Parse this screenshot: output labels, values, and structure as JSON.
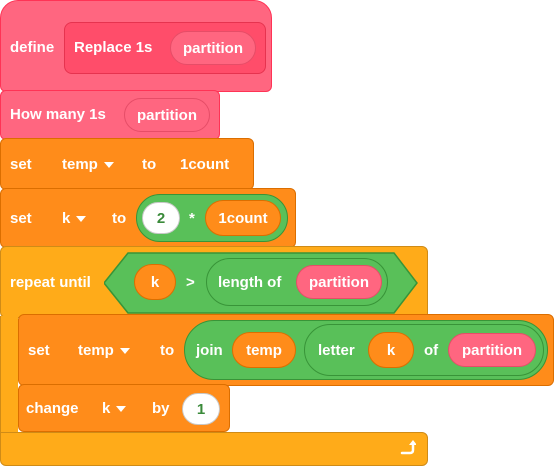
{
  "define_block": {
    "define_label": "define",
    "name": "Replace 1s",
    "param": "partition"
  },
  "how_many_block": {
    "label": "How many 1s",
    "param": "partition"
  },
  "set_temp_block": {
    "set_label": "set",
    "variable": "temp",
    "to_label": "to",
    "value": "1count"
  },
  "set_k_block": {
    "set_label": "set",
    "variable": "k",
    "to_label": "to",
    "operand1": "2",
    "operator": "*",
    "operand2": "1count"
  },
  "repeat_block": {
    "label": "repeat until",
    "left": "k",
    "operator": ">",
    "length_label": "length of",
    "length_param": "partition"
  },
  "inner_set_block": {
    "set_label": "set",
    "variable": "temp",
    "to_label": "to",
    "join_label": "join",
    "join_arg": "temp",
    "letter_label": "letter",
    "letter_index": "k",
    "of_label": "of",
    "letter_source": "partition"
  },
  "change_block": {
    "label": "change",
    "variable": "k",
    "by_label": "by",
    "value": "1"
  },
  "colors": {
    "events_pink": "#ff6680",
    "variables_orange": "#ff8c1a",
    "operators_green": "#59c059"
  },
  "icons": {
    "loop_arrow": "loop-arrow-icon",
    "dropdown": "chevron-down-icon"
  }
}
